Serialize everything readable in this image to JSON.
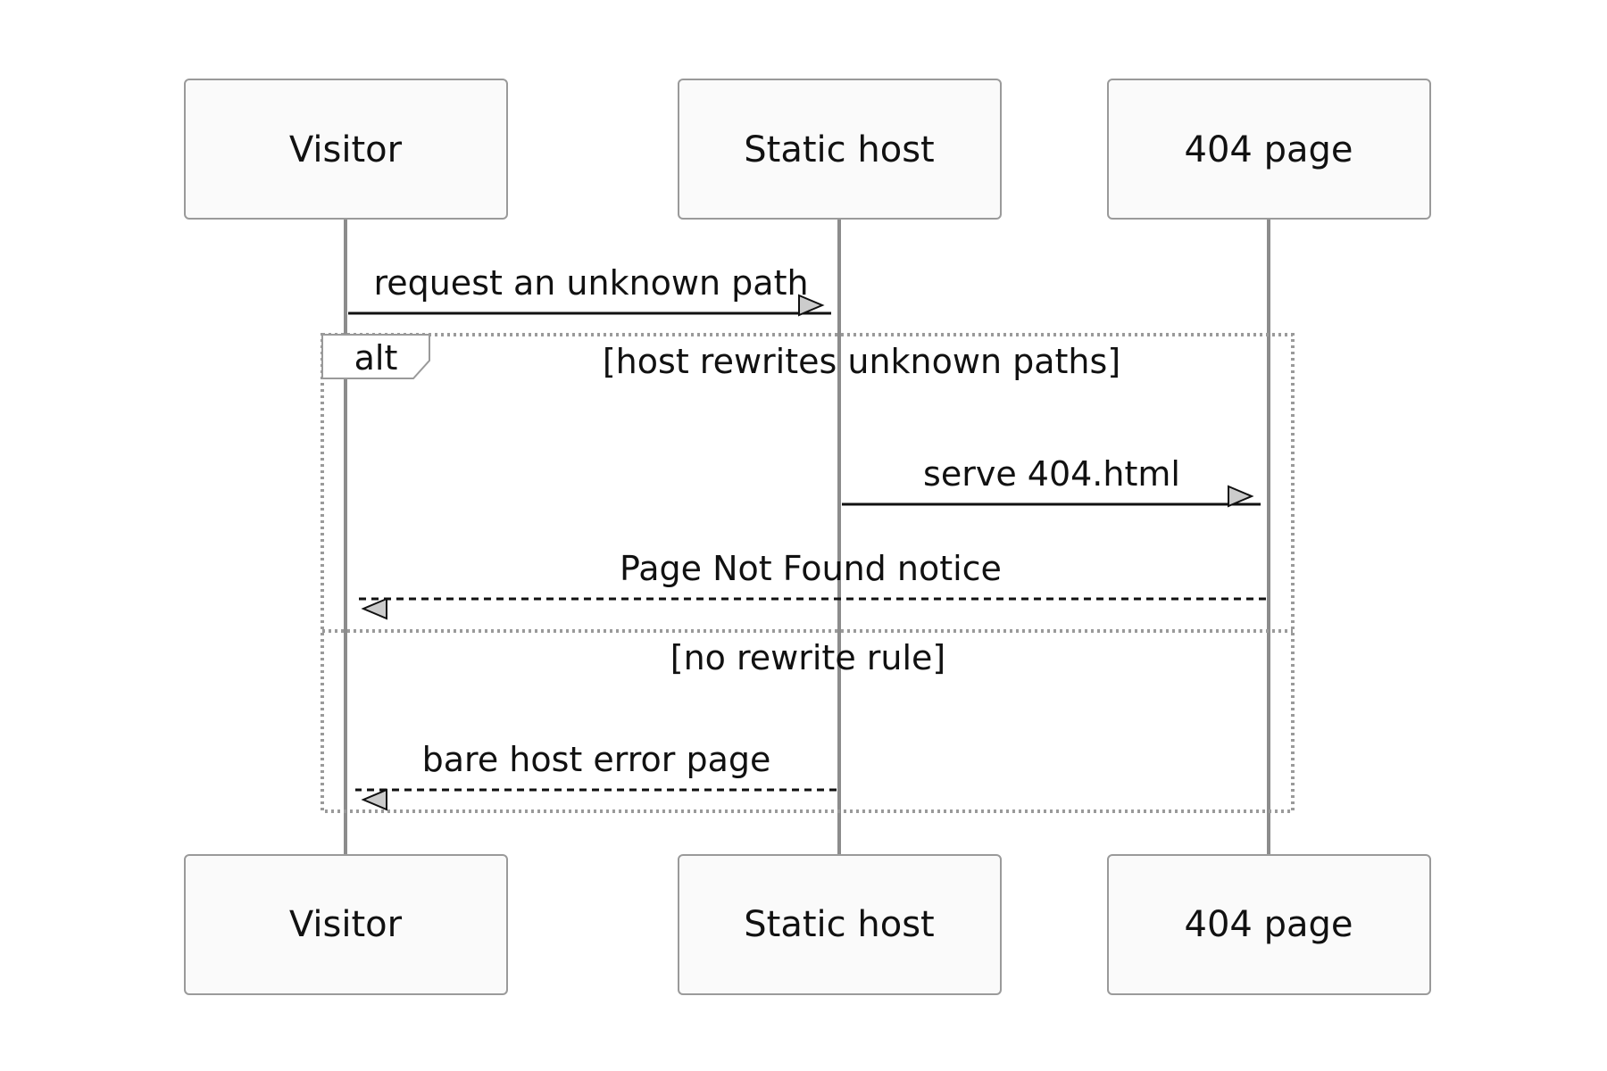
{
  "participants": [
    {
      "id": "visitor",
      "label": "Visitor"
    },
    {
      "id": "static_host",
      "label": "Static host"
    },
    {
      "id": "page_404",
      "label": "404 page"
    }
  ],
  "messages": [
    {
      "from": "visitor",
      "to": "static_host",
      "label": "request an unknown path",
      "style": "solid"
    },
    {
      "from": "static_host",
      "to": "page_404",
      "label": "serve 404.html",
      "style": "solid"
    },
    {
      "from": "page_404",
      "to": "visitor",
      "label": "Page Not Found notice",
      "style": "dashed"
    },
    {
      "from": "static_host",
      "to": "visitor",
      "label": "bare host error page",
      "style": "dashed"
    }
  ],
  "alt_block": {
    "keyword": "alt",
    "branches": [
      {
        "guard": "[host rewrites unknown paths]"
      },
      {
        "guard": "[no rewrite rule]"
      }
    ]
  }
}
